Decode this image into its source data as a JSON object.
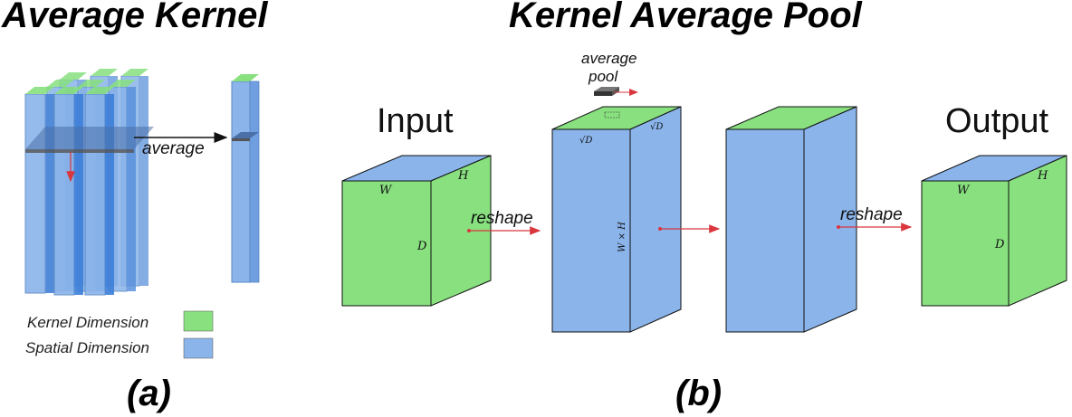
{
  "panel_a": {
    "title": "Average Kernel",
    "average_label": "average",
    "caption": "(a)",
    "legend": [
      {
        "label": "Kernel Dimension",
        "color": "#88e07f"
      },
      {
        "label": "Spatial Dimension",
        "color": "#8ab4ea"
      }
    ]
  },
  "panel_b": {
    "title": "Kernel Average Pool",
    "caption": "(b)",
    "input_label": "Input",
    "output_label": "Output",
    "pool_label_1": "average",
    "pool_label_2": "pool",
    "reshape_left": "reshape",
    "reshape_right": "reshape",
    "input_dims": {
      "w": "W",
      "h": "H",
      "d": "D"
    },
    "output_dims": {
      "w": "W",
      "h": "H",
      "d": "D"
    },
    "middle_dims": {
      "sqrt_front": "√D",
      "sqrt_side": "√D",
      "wh": "W × H"
    }
  },
  "colors": {
    "green": "#88e07f",
    "blue": "#8ab4ea",
    "dark_blue": "#3d7fd9",
    "arrow_red": "#d9363e"
  }
}
